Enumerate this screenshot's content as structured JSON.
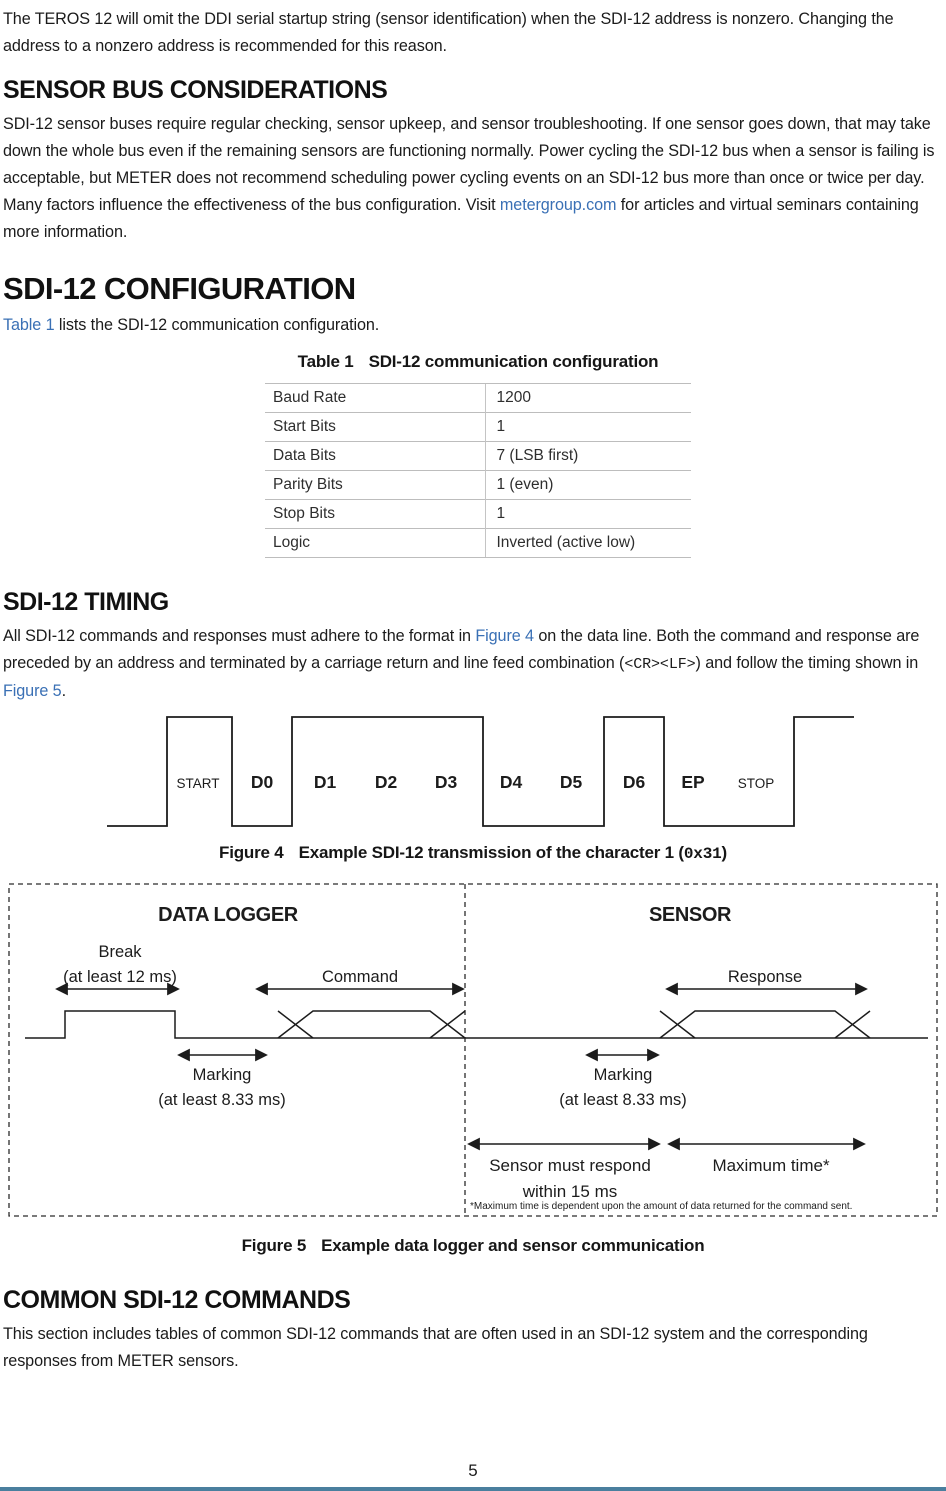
{
  "page": {
    "number": "5",
    "accent_color": "#4a7f9e",
    "link_color": "#3a70b5"
  },
  "intro": {
    "segments": [
      {
        "style": "plain",
        "text": "The TEROS 12 will omit the DDI serial startup string (sensor identification) when the SDI-12 address is nonzero. Changing the address to a nonzero address is recommended for this reason."
      }
    ]
  },
  "sections": {
    "sensor_bus": {
      "heading": "SENSOR BUS CONSIDERATIONS",
      "paragraph_segments": [
        {
          "style": "plain",
          "text": "SDI-12 sensor buses require regular checking, sensor upkeep, and sensor troubleshooting. If one sensor goes down, that may take down the whole bus even if the remaining sensors are functioning normally. Power cycling the SDI-12 bus when a sensor is failing is acceptable, but METER does not recommend scheduling power cycling events on an SDI-12 bus more than once or twice per day. Many factors influence the effectiveness of the bus configuration. Visit "
        },
        {
          "style": "link",
          "text": "metergroup.com"
        },
        {
          "style": "plain",
          "text": " for articles and virtual seminars containing more information."
        }
      ]
    },
    "configuration": {
      "heading": "SDI-12 CONFIGURATION",
      "paragraph_segments": [
        {
          "style": "link",
          "text": "Table 1"
        },
        {
          "style": "plain",
          "text": " lists the SDI-12 communication configuration."
        }
      ]
    },
    "timing": {
      "heading": "SDI-12 TIMING",
      "paragraph_segments": [
        {
          "style": "plain",
          "text": "All SDI-12 commands and responses must adhere to the format in "
        },
        {
          "style": "link",
          "text": "Figure 4"
        },
        {
          "style": "plain",
          "text": " on the data line. Both the command and response are preceded by an address and terminated by a carriage return and line feed combination ("
        },
        {
          "style": "mono",
          "text": "<CR><LF>"
        },
        {
          "style": "plain",
          "text": ") and follow the timing shown in "
        },
        {
          "style": "link",
          "text": "Figure 5"
        },
        {
          "style": "plain",
          "text": "."
        }
      ]
    },
    "commands": {
      "heading": "COMMON SDI-12 COMMANDS",
      "paragraph_segments": [
        {
          "style": "plain",
          "text": "This section includes tables of common SDI-12 commands that are often used in an SDI-12 system and the corresponding responses from METER sensors."
        }
      ]
    }
  },
  "table1": {
    "title_label": "Table 1",
    "title_text": "SDI-12 communication configuration",
    "rows": [
      {
        "label": "Baud Rate",
        "value": "1200"
      },
      {
        "label": "Start Bits",
        "value": "1"
      },
      {
        "label": "Data Bits",
        "value": "7 (LSB first)"
      },
      {
        "label": "Parity Bits",
        "value": "1 (even)"
      },
      {
        "label": "Stop Bits",
        "value": "1"
      },
      {
        "label": "Logic",
        "value": "Inverted (active low)"
      }
    ]
  },
  "figure4": {
    "caption_label": "Figure 4",
    "caption_segments": [
      {
        "style": "plain",
        "text": "Example SDI-12 transmission of the character 1 ("
      },
      {
        "style": "capmono",
        "text": "0x31"
      },
      {
        "style": "plain",
        "text": ")"
      }
    ],
    "bit_labels": [
      "START",
      "D0",
      "D1",
      "D2",
      "D3",
      "D4",
      "D5",
      "D6",
      "EP",
      "STOP"
    ]
  },
  "figure5": {
    "caption_label": "Figure 5",
    "caption_text": "Example data logger and sensor communication",
    "left_title": "DATA LOGGER",
    "right_title": "SENSOR",
    "break_label": "Break",
    "break_sub": "(at least 12 ms)",
    "command_label": "Command",
    "response_label": "Response",
    "marking_label": "Marking",
    "marking_sub": "(at least 8.33 ms)",
    "respond_line1": "Sensor must respond",
    "respond_line2": "within 15 ms",
    "max_time_label": "Maximum time*",
    "footnote": "*Maximum time is dependent upon the amount of data returned for the command sent."
  }
}
